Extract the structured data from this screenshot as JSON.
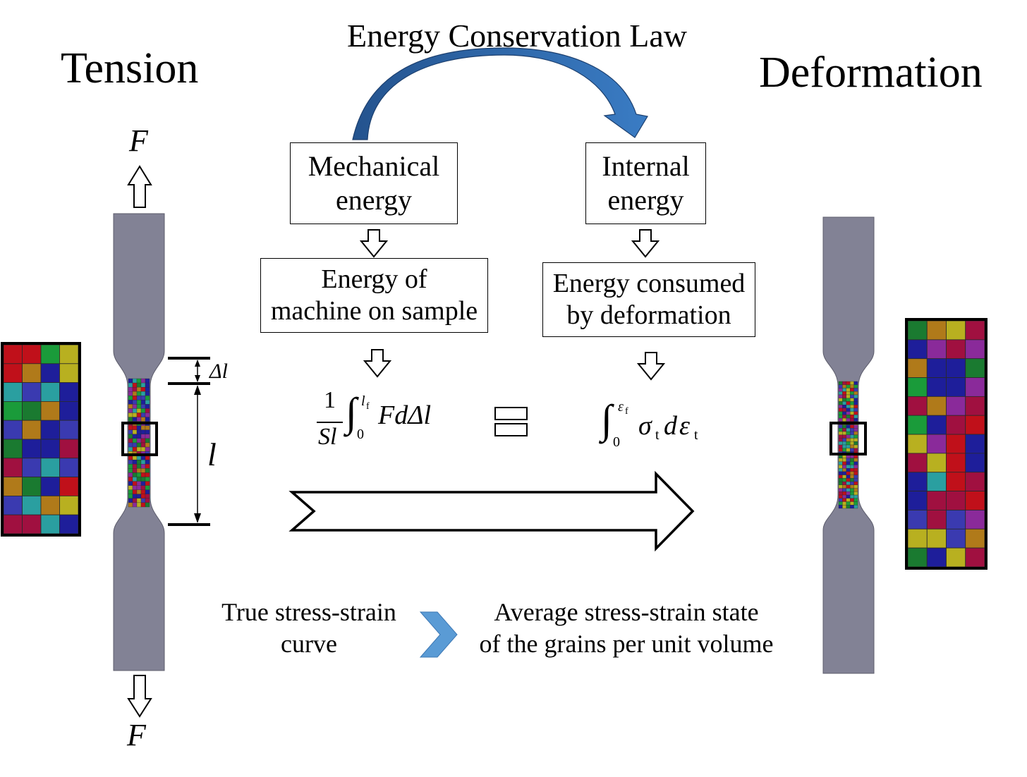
{
  "title_top": "Energy Conservation Law",
  "title_left": "Tension",
  "title_right": "Deformation",
  "force_top": "F",
  "force_bottom": "F",
  "delta_l": "Δl",
  "length_l": "l",
  "boxes": {
    "mechanical": [
      "Mechanical",
      "energy"
    ],
    "internal": [
      "Internal",
      "energy"
    ],
    "machine": [
      "Energy of",
      "machine on sample"
    ],
    "consumed": [
      "Energy consumed",
      "by deformation"
    ]
  },
  "formula_left": {
    "numerator": "1",
    "denominator": "Sl",
    "upper_limit": "l",
    "upper_sub": "f",
    "lower_limit": "0",
    "body": "FdΔl"
  },
  "formula_right": {
    "upper_limit": "ε",
    "upper_sub": "f",
    "lower_limit": "0",
    "sigma": "σ",
    "sigma_sub": "t",
    "d": "d",
    "eps": "ε",
    "eps_sub": "t"
  },
  "bottom_left": [
    "True stress-strain",
    "curve"
  ],
  "bottom_right": [
    "Average stress-strain state",
    "of the grains per unit volume"
  ],
  "colors": {
    "specimen": "#828295",
    "arc_arrow": "#2f6db3",
    "chevron": "#5a9bd5",
    "grain_palette": [
      "#c0101a",
      "#1a9b3a",
      "#8a2a9a",
      "#b8b020",
      "#1e1e9a",
      "#2a9fa0",
      "#b07a1a",
      "#a01040",
      "#1a7a30",
      "#3a3ab0"
    ]
  }
}
